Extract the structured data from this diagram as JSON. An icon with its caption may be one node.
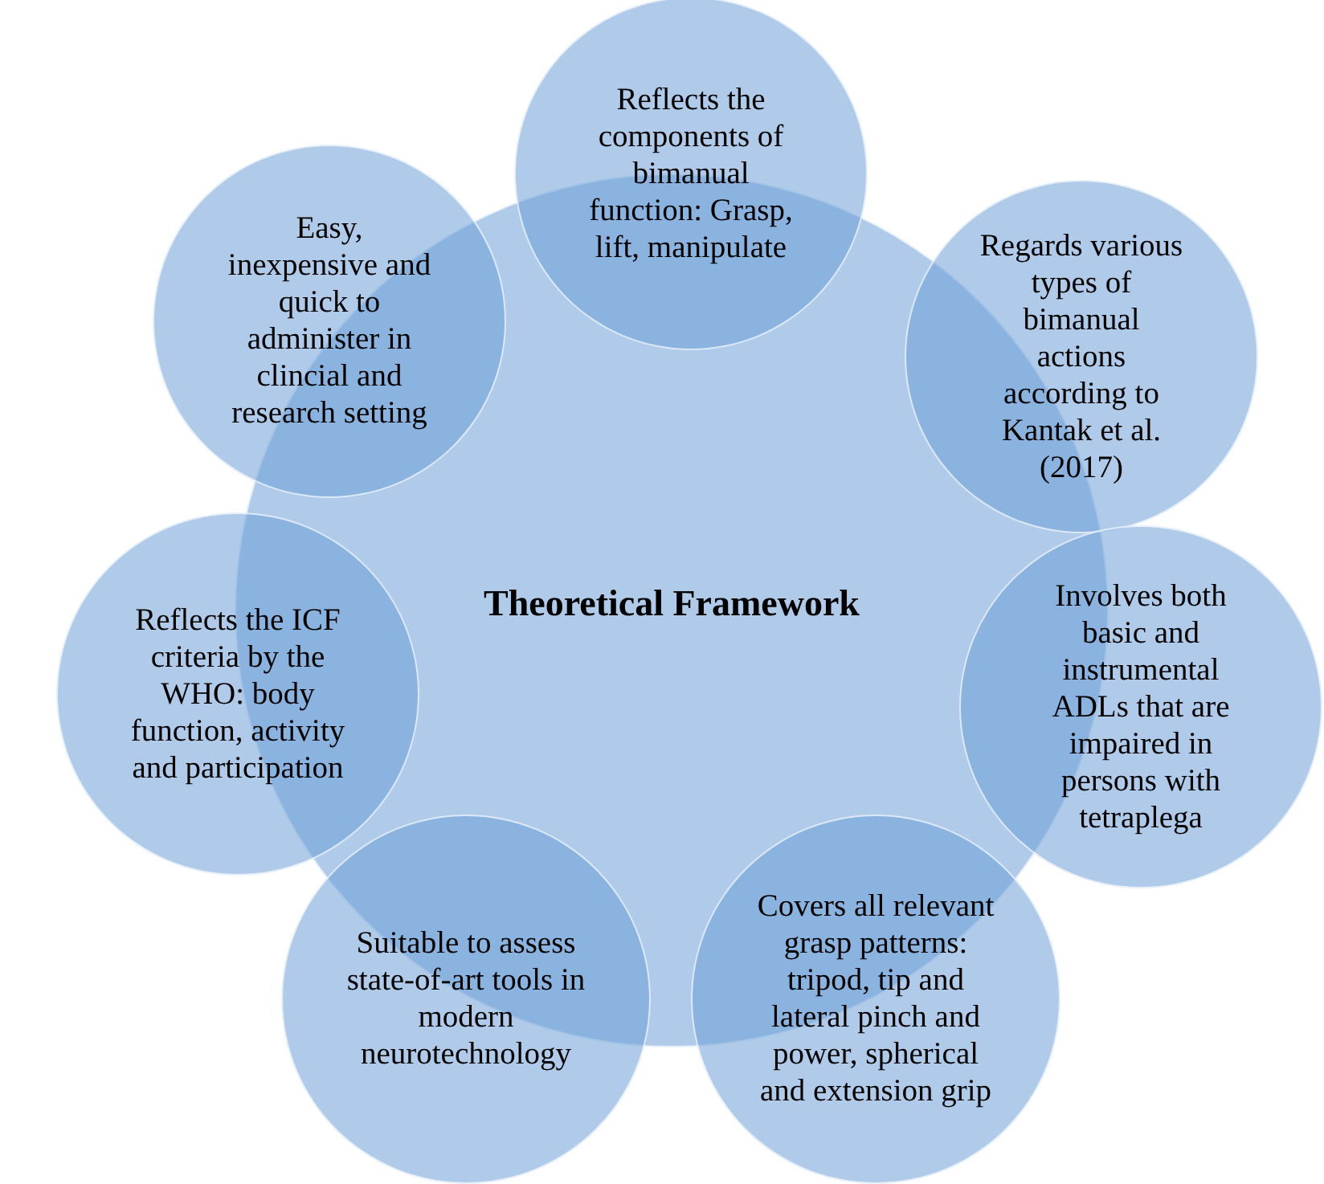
{
  "diagram": {
    "nodes": [
      {
        "text": [
          "Theoretical Framework"
        ]
      },
      {
        "text": [
          "Reflects the components of bimanual function: Grasp, lift, manipulate"
        ]
      },
      {
        "text": [
          "Regards various types of bimanual actions according to Kantak et al. (2017)"
        ]
      },
      {
        "text": [
          "Involves both basic and instrumental ADLs that are impaired in persons with tetraplega"
        ]
      },
      {
        "text": [
          "Covers all relevant grasp patterns: tripod, tip and lateral pinch and power, spherical and extension grip"
        ]
      },
      {
        "text": [
          "Suitable to assess state-of-art tools in modern neurotechnology"
        ]
      },
      {
        "text": [
          "Reflects the ICF criteria by the WHO: body function, activity and participation"
        ]
      },
      {
        "text": [
          "Easy, inexpensive and quick to administer in clincial and research setting"
        ]
      }
    ],
    "edges": []
  }
}
